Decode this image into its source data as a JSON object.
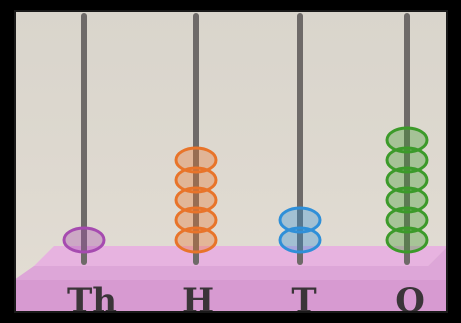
{
  "abacus": {
    "rods": [
      {
        "label": "Th",
        "beads": 1,
        "color": "#a64bb0"
      },
      {
        "label": "H",
        "beads": 5,
        "color": "#e8742a"
      },
      {
        "label": "T",
        "beads": 2,
        "color": "#2f8fd8"
      },
      {
        "label": "O",
        "beads": 6,
        "color": "#3c9a2a"
      }
    ],
    "base_color": "#dc9fd6",
    "rod_color": "#6e6a68"
  }
}
